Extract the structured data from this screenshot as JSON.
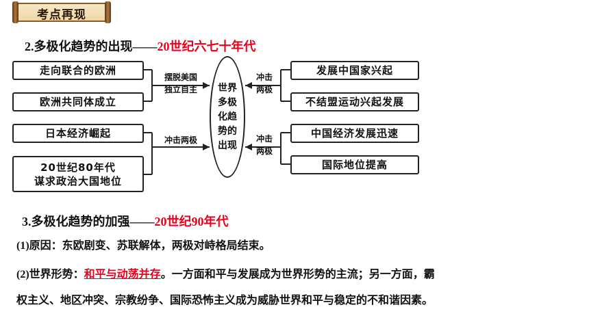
{
  "banner": {
    "title": "考点再现"
  },
  "section2": {
    "heading": "2.多极化趋势的出现——",
    "period": "20世纪六七十年代"
  },
  "diagram": {
    "center": "世界多极化趋势的出现",
    "left_boxes": [
      "走向联合的欧洲",
      "欧洲共同体成立",
      "日本经济崛起",
      "20世纪80年代\n谋求政治大国地位"
    ],
    "right_boxes": [
      "发展中国家兴起",
      "不结盟运动兴起发展",
      "中国经济发展迅速",
      "国际地位提高"
    ],
    "left_labels": [
      "摆脱美国\n独立自主",
      "冲击两极"
    ],
    "right_labels": [
      "冲击\n两极",
      "冲击\n两极"
    ]
  },
  "section3": {
    "heading": "3.多极化趋势的加强——",
    "period": "20世纪90年代",
    "p1": "(1)原因：东欧剧变、苏联解体，两极对峙格局结束。",
    "p2_prefix": "(2)世界形势：",
    "p2_highlight": "和平与动荡并存",
    "p2_rest": "。一方面和平与发展成为世界形势的主流；另一方面，霸",
    "p3": "权主义、地区冲突、宗教纷争、国际恐怖主义成为威胁世界和平与稳定的不和谐因素。"
  }
}
